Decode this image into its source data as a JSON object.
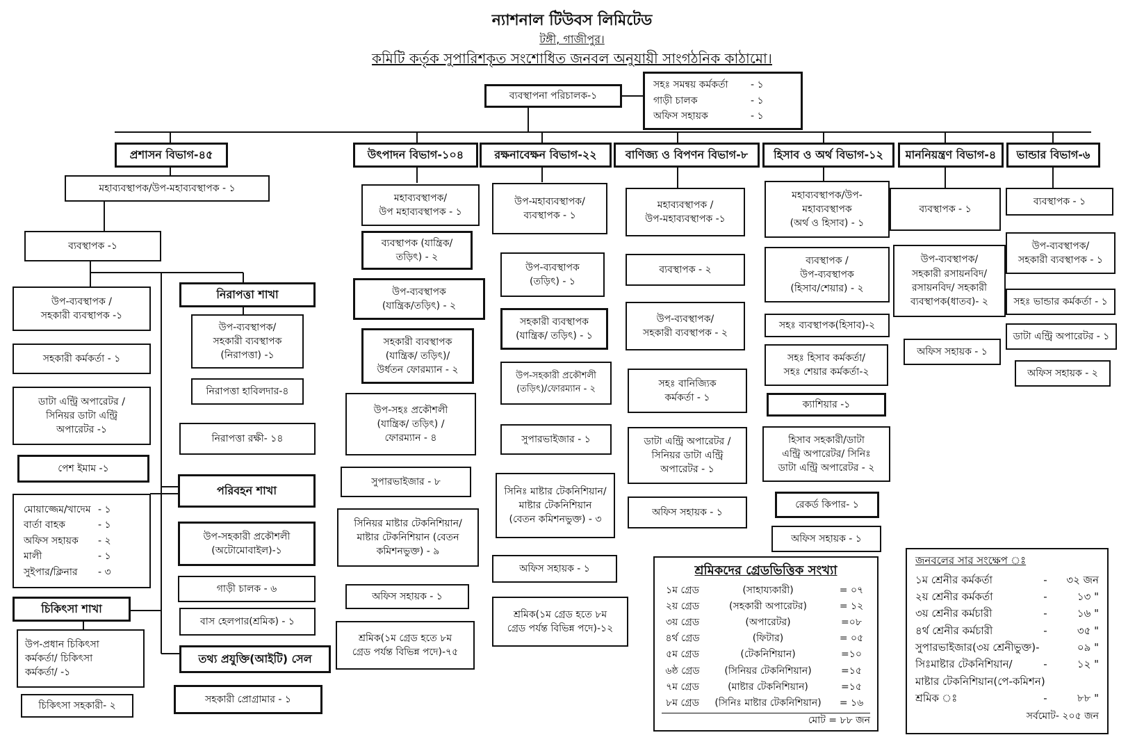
{
  "header": {
    "company": "ন্যাশনাল টিউবস লিমিটেড",
    "location": "টঙ্গী, গাজীপুর।",
    "subtitle": "কমিটি কর্তৃক সুপারিশকৃত সংশোধিত জনবল অনুযায়ী সাংগঠনিক কাঠামো।"
  },
  "top": {
    "md": "ব্যবস্থাপনা পরিচালক-১",
    "md_staff": [
      {
        "label": "সহঃ সমন্বয় কর্মকর্তা",
        "value": "- ১"
      },
      {
        "label": "গাড়ী চালক",
        "value": "- ১"
      },
      {
        "label": "অফিস সহায়ক",
        "value": "- ১"
      }
    ]
  },
  "departments": {
    "admin": {
      "title": "প্রশাসন বিভাগ-৪৫",
      "gm": "মহাব্যবস্থাপক/উপ-মহাব্যবস্থাপক - ১",
      "manager": "ব্যবস্থাপক -১",
      "dm": [
        "উপ-ব্যবস্থাপক /",
        "সহকারী ব্যবস্থাপক -১"
      ],
      "officer": "সহকারী কর্মকর্তা - ১",
      "deo": [
        "ডাটা এন্ট্রি অপারেটর /",
        "সিনিয়র ডাটা এন্ট্রি",
        "অপারেটর -১"
      ],
      "imam": "পেশ ইমাম -১",
      "misc": [
        {
          "label": "মোয়াজ্জেম/খাদেম",
          "value": "- ১"
        },
        {
          "label": "বার্তা বাহক",
          "value": "- ১"
        },
        {
          "label": "অফিস সহায়ক",
          "value": "- ২"
        },
        {
          "label": "মালী",
          "value": "- ১"
        },
        {
          "label": "সুইপার/ক্লিনার",
          "value": "- ৩"
        }
      ],
      "medical": {
        "title": "চিকিৎসা শাখা",
        "officer": [
          "উপ-প্রধান চিকিৎসা",
          "কর্মকর্তা/ চিকিৎসা",
          "কর্মকর্তা/ -১"
        ],
        "assistant": "চিকিৎসা সহকারী- ২"
      },
      "security": {
        "title": "নিরাপত্তা শাখা",
        "dm": [
          "উপ-ব্যবস্থাপক/",
          "সহকারী ব্যবস্থাপক",
          "(নিরাপত্তা) -১"
        ],
        "havildar": "নিরাপত্তা হাবিলদার-৪",
        "guard": "নিরাপত্তা রক্ষী- ১৪"
      },
      "transport": {
        "title": "পরিবহন শাখা",
        "engineer": [
          "উপ-সহকারী প্রকৌশলী",
          "(অটোমোবাইল)-১"
        ],
        "driver": "গাড়ী চালক - ৬",
        "helper": "বাস হেলপার(শ্রমিক) - ১"
      },
      "it": {
        "title": "তথ্য প্রযুক্তি(আইটি) সেল",
        "programmer": "সহকারী প্রোগ্রামার - ১"
      }
    },
    "production": {
      "title": "উৎপাদন বিভাগ-১০৪",
      "boxes": [
        [
          "মহাব্যবস্থাপক/",
          "উপ মহাব্যবস্থাপক - ১"
        ],
        [
          "ব্যবস্থাপক (যান্ত্রিক/",
          "তড়িৎ) - ২"
        ],
        [
          "উপ-ব্যবস্থাপক",
          "(যান্ত্রিক/তড়িৎ) - ২"
        ],
        [
          "সহকারী ব্যবস্থাপক",
          "(যান্ত্রিক/ তড়িৎ)/",
          "উর্ধতন ফোরম্যান - ২"
        ],
        [
          "উপ-সহঃ প্রকৌশলী",
          "(যান্ত্রিক/ তড়িৎ) /",
          "ফোরম্যান - ৪"
        ],
        [
          "সুপারভাইজার - ৮"
        ],
        [
          "সিনিয়র মাষ্টার টেকনিশিয়ান/",
          "মাষ্টার টেকনিশিয়ান (বেতন",
          "কমিশনভুক্ত) - ৯"
        ],
        [
          "অফিস সহায়ক - ১"
        ],
        [
          "শ্রমিক(১ম গ্রেড হতে ৮ম",
          "গ্রেড পর্যন্ত বিভিন্ন পদে)-৭৫"
        ]
      ]
    },
    "maintenance": {
      "title": "রক্ষনাবেক্ষন বিভাগ-২২",
      "boxes": [
        [
          "উপ-মহাব্যবস্থাপক/",
          "ব্যবস্থাপক - ১"
        ],
        [
          "উপ-ব্যবস্থাপক",
          "(তড়িৎ) - ১"
        ],
        [
          "সহকারী ব্যবস্থাপক",
          "(যান্ত্রিক/ তড়িৎ) - ১"
        ],
        [
          "উপ-সহকারী প্রকৌশলী",
          "(তড়িৎ)/ফোরম্যান - ২"
        ],
        [
          "সুপারভাইজার - ১"
        ],
        [
          "সিনিঃ মাষ্টার টেকনিশিয়ান/",
          "মাষ্টার টেকনিশিয়ান",
          "(বেতন কমিশনভুক্ত) - ৩"
        ],
        [
          "অফিস সহায়ক - ১"
        ],
        [
          "শ্রমিক(১ম গ্রেড হতে ৮ম",
          "গ্রেড পর্যন্ত বিভিন্ন পদে)-১২"
        ]
      ]
    },
    "commerce": {
      "title": "বাণিজ্য ও বিপণন বিভাগ-৮",
      "boxes": [
        [
          "মহাব্যবস্থাপক /",
          "উপ-মহাব্যবস্থাপক -১"
        ],
        [
          "ব্যবস্থাপক - ২"
        ],
        [
          "উপ-ব্যবস্থাপক/",
          "সহকারী ব্যবস্থাপক - ২"
        ],
        [
          "সহঃ বানিজ্যিক",
          "কর্মকর্তা - ১"
        ],
        [
          "ডাটা এন্ট্রি অপারেটর /",
          "সিনিয়র ডাটা এন্ট্রি",
          "অপারেটর - ১"
        ],
        [
          "অফিস সহায়ক - ১"
        ]
      ]
    },
    "accounts": {
      "title": "হিসাব ও অর্থ বিভাগ-১২",
      "boxes": [
        [
          "মহাব্যবস্থাপক/উপ-",
          "মহাব্যবস্থাপক",
          "(অর্থ ও হিসাব) - ১"
        ],
        [
          "ব্যবস্থাপক /",
          "উপ-ব্যবস্থাপক",
          "(হিসাব/শেয়ার) - ২"
        ],
        [
          "সহঃ ব্যবস্থাপক(হিসাব)-২"
        ],
        [
          "সহঃ হিসাব কর্মকর্তা/",
          "সহঃ শেয়ার কর্মকর্তা-২"
        ],
        [
          "ক্যাশিয়ার -১"
        ],
        [
          "হিসাব সহকারী/ডাটা",
          "এন্ট্রি অপারেটর/ সিনিঃ",
          "ডাটা এন্ট্রি অপারেটর - ২"
        ],
        [
          "রেকর্ড কিপার- ১"
        ],
        [
          "অফিস সহায়ক - ১"
        ]
      ]
    },
    "quality": {
      "title": "মাননিয়ন্ত্রণ বিভাগ-৪",
      "boxes": [
        [
          "ব্যবস্থাপক - ১"
        ],
        [
          "উপ-ব্যবস্থাপক/",
          "সহকারী রসায়নবিদ/",
          "রসায়নবিদ/ সহকারী",
          "ব্যবস্থাপক(ধাতব)- ২"
        ],
        [
          "অফিস সহায়ক - ১"
        ]
      ]
    },
    "store": {
      "title": "ভান্ডার বিভাগ-৬",
      "boxes": [
        [
          "ব্যবস্থাপক - ১"
        ],
        [
          "উপ-ব্যবস্থাপক/",
          "সহকারী ব্যবস্থাপক - ১"
        ],
        [
          "সহঃ ভান্ডার কর্মকর্তা - ১"
        ],
        [
          "ডাটা এন্ট্রি অপারেটর - ১"
        ],
        [
          "অফিস সহায়ক - ২"
        ]
      ]
    }
  },
  "grades": {
    "title": "শ্রমিকদের গ্রেডভিত্তিক সংখ্যা",
    "rows": [
      {
        "grade": "১ম গ্রেড",
        "name": "(সাহায্যকারী)",
        "value": "= ০৭"
      },
      {
        "grade": "২য় গ্রেড",
        "name": "(সহকারী অপারেটর)",
        "value": "= ১২"
      },
      {
        "grade": "৩য় গ্রেড",
        "name": "(অপারেটর)",
        "value": "=০৮"
      },
      {
        "grade": "৪র্থ গ্রেড",
        "name": "(ফিটার)",
        "value": "= ০৫"
      },
      {
        "grade": "৫ম গ্রেড",
        "name": "(টেকনিশিয়ান)",
        "value": "=১০"
      },
      {
        "grade": "৬ষ্ঠ গ্রেড",
        "name": "(সিনিয়র টেকনিশিয়ান)",
        "value": "=১৫"
      },
      {
        "grade": "৭ম গ্রেড",
        "name": "(মাষ্টার টেকনিশিয়ান)",
        "value": "=১৫"
      },
      {
        "grade": "৮ম গ্রেড",
        "name": "(সিনিঃ মাষ্টার টেকনিশিয়ান)",
        "value": "= ১৬"
      }
    ],
    "total": "মোট = ৮৮ জন"
  },
  "summary": {
    "title": "জনবলের সার সংক্ষেপ ঃ",
    "rows": [
      {
        "label": "১ম শ্রেনীর কর্মকর্তা",
        "dash": "-",
        "value": "৩২ জন"
      },
      {
        "label": "২য় শ্রেনীর কর্মকর্তা",
        "dash": "-",
        "value": "১৩ \""
      },
      {
        "label": "৩য় শ্রেনীর কর্মচারী",
        "dash": "-",
        "value": "১৬ \""
      },
      {
        "label": "৪র্থ শ্রেনীর কর্মচারী",
        "dash": "-",
        "value": "৩৫ \""
      },
      {
        "label": "সুপারভাইজার(৩য় শ্রেনীভুক্ত)-",
        "dash": "",
        "value": "০৯ \""
      },
      {
        "label": "সিঃমাষ্টার টেকনিশিয়ান/",
        "dash": "-",
        "value": "১২ \""
      },
      {
        "label": "মাষ্টার টেকনিশিয়ান(পে-কমিশন)",
        "dash": "",
        "value": ""
      },
      {
        "label": "শ্রমিক ঃ",
        "dash": "-",
        "value": "৮৮ \""
      }
    ],
    "total": "সর্বমোট- ২০৫ জন"
  }
}
